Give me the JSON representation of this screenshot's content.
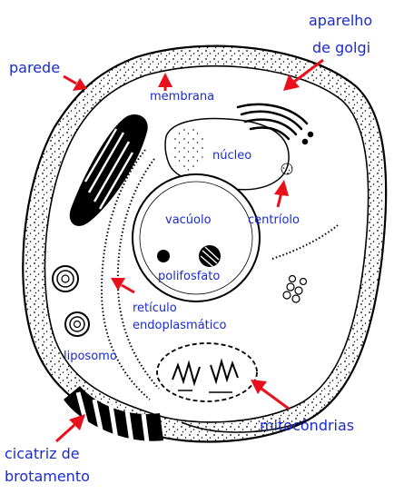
{
  "diagram": {
    "labels": {
      "parede": "parede",
      "membrana": "membrana",
      "aparelho_line1": "aparelho",
      "aparelho_line2": "de golgi",
      "nucleo": "núcleo",
      "centriolo": "centríolo",
      "vacuolo": "vacúolo",
      "polifosfato": "polifosfato",
      "reticulo_line1": "retículo",
      "reticulo_line2": "endoplasmático",
      "liposomo": "liposomo",
      "mitocondrias": "mitocôndrias",
      "cicatriz_line1": "cicatriz de",
      "cicatriz_line2": "brotamento"
    },
    "colors": {
      "label": "#1a2bd0",
      "arrow": "#e8101a",
      "ink": "#000000",
      "background": "#ffffff"
    }
  }
}
